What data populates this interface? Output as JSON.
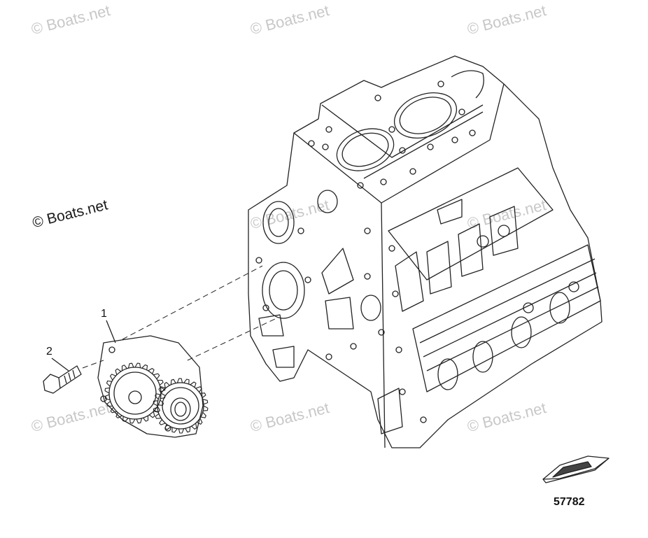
{
  "watermarks": {
    "faint": [
      "© Boats.net",
      "© Boats.net",
      "© Boats.net",
      "© Boats.net",
      "© Boats.net",
      "© Boats.net",
      "© Boats.net",
      "© Boats.net"
    ],
    "main": "© Boats.net"
  },
  "callouts": {
    "part1": "1",
    "part2": "2"
  },
  "diagram_number": "57782"
}
